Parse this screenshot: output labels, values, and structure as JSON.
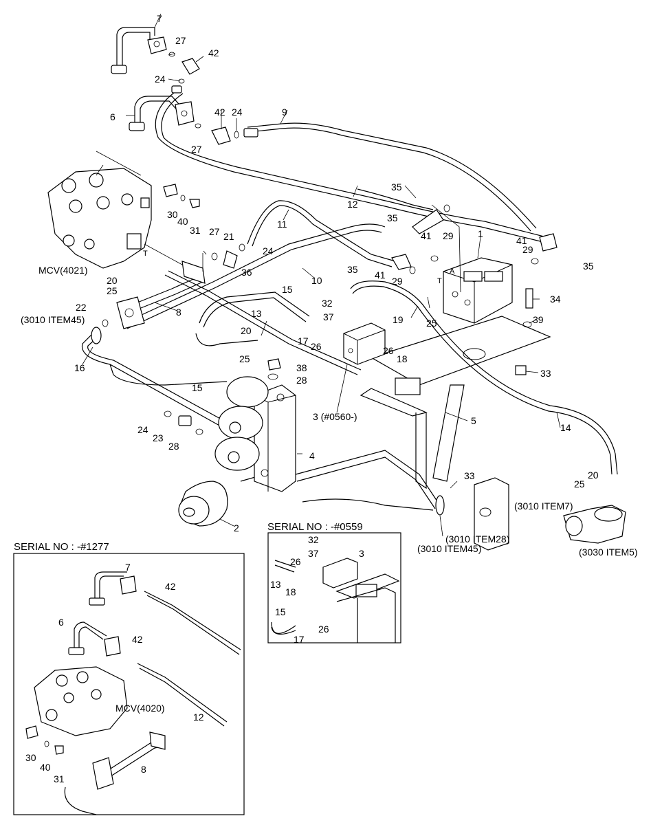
{
  "labels": {
    "n1": "1",
    "n2": "2",
    "n3": "3 (#0560-)",
    "n4": "4",
    "n5": "5",
    "n6": "6",
    "n7": "7",
    "n8": "8",
    "n9": "9",
    "n10": "10",
    "n11": "11",
    "n12": "12",
    "n13": "13",
    "n14": "14",
    "n15a": "15",
    "n15b": "15",
    "n16": "16",
    "n17": "17",
    "n18": "18",
    "n19": "19",
    "n20a": "20",
    "n20b": "20",
    "n20c": "20",
    "n21": "21",
    "n22": "22",
    "n23": "23",
    "n24a": "24",
    "n24b": "24",
    "n24c": "24",
    "n24d": "24",
    "n25a": "25",
    "n25b": "25",
    "n25c": "25",
    "n25d": "25",
    "n26a": "26",
    "n26b": "26",
    "n27a": "27",
    "n27b": "27",
    "n27c": "27",
    "n28a": "28",
    "n28b": "28",
    "n29a": "29",
    "n29b": "29",
    "n29c": "29",
    "n30": "30",
    "n31": "31",
    "n32": "32",
    "n33a": "33",
    "n33b": "33",
    "n34": "34",
    "n35a": "35",
    "n35b": "35",
    "n35c": "35",
    "n35d": "35",
    "n36": "36",
    "n37": "37",
    "n38": "38",
    "n39": "39",
    "n41a": "41",
    "n41b": "41",
    "n41c": "41",
    "n42a": "42",
    "n42b": "42",
    "n40": "40",
    "mcv4021": "MCV(4021)",
    "item45a": "(3010 ITEM45)",
    "item45b": "(3010 ITEM45)",
    "item7": "(3010 ITEM7)",
    "item28": "(3010 ITEM28)",
    "item5": "(3030 ITEM5)",
    "portA": "A",
    "portT": "T",
    "portT2": "T"
  },
  "inset_serial_0559": {
    "title": "SERIAL NO : -#0559",
    "n32": "32",
    "n37": "37",
    "n3": "3",
    "n26a": "26",
    "n13": "13",
    "n18": "18",
    "n15": "15",
    "n17": "17",
    "n26b": "26"
  },
  "inset_serial_1277": {
    "title": "SERIAL NO : -#1277",
    "n7": "7",
    "n42a": "42",
    "n6": "6",
    "n42b": "42",
    "mcv": "MCV(4020)",
    "n12": "12",
    "n30": "30",
    "n40": "40",
    "n31": "31",
    "n8": "8"
  }
}
